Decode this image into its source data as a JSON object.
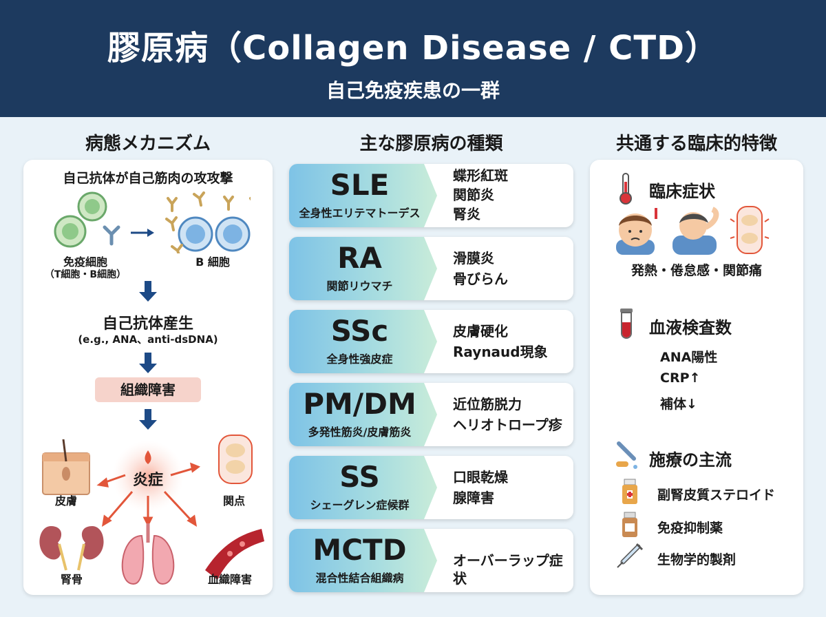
{
  "header": {
    "title": "膠原病（Collagen Disease / CTD）",
    "subtitle": "自己免疫疾患の一群"
  },
  "columns": {
    "left_title": "病態メカニズム",
    "middle_title": "主な膠原病の種類",
    "right_title": "共通する臨床的特徴"
  },
  "mechanism": {
    "heading": "自己抗体が自己筋肉の攻攻撃",
    "immune_cells_label": "免疫細胞",
    "immune_cells_sub": "（T細胞・B細胞）",
    "b_cell_label": "B 細胞",
    "autoantibody_title": "自己抗体産生",
    "autoantibody_sub": "(e.g., ANA、anti-dsDNA)",
    "tissue_damage": "組織障害",
    "inflammation": "炎症",
    "targets": {
      "skin": "皮膚",
      "joint": "関点",
      "kidney": "腎骨",
      "vessel": "血織障害"
    }
  },
  "diseases": [
    {
      "abbr": "SLE",
      "name": "全身性エリテマトーデス",
      "symptoms": [
        "蝶形紅斑",
        "関節炎",
        "腎炎"
      ]
    },
    {
      "abbr": "RA",
      "name": "関節リウマチ",
      "symptoms": [
        "滑膜炎",
        "骨びらん"
      ]
    },
    {
      "abbr": "SSc",
      "name": "全身性強皮症",
      "symptoms": [
        "皮膚硬化",
        "Raynaud現象"
      ]
    },
    {
      "abbr": "PM/DM",
      "name": "多発性筋炎/皮膚筋炎",
      "symptoms": [
        "近位筋脱力",
        "ヘリオトロープ疹"
      ]
    },
    {
      "abbr": "SS",
      "name": "シェーグレン症候群",
      "symptoms": [
        "口眼乾燥",
        "腺障害"
      ]
    },
    {
      "abbr": "MCTD",
      "name": "混合性結合組織病",
      "symptoms": [
        "オーバーラップ症状"
      ]
    }
  ],
  "clinical": {
    "symptoms_title": "臨床症状",
    "symptoms_text": "発熱・倦怠感・関節痛",
    "blood_title": "血液検査数",
    "blood_items": [
      "ANA陽性",
      "CRP↑",
      "補体↓"
    ],
    "treatment_title": "施療の主流",
    "treatments": [
      "副腎皮質ステロイド",
      "免疫抑制薬",
      "生物学的製剤"
    ]
  },
  "colors": {
    "header_bg": "#1d3a5f",
    "arrow": "#1d4a86",
    "inflammation": "#e2563a",
    "tissue_badge": "#f6d3cb"
  }
}
